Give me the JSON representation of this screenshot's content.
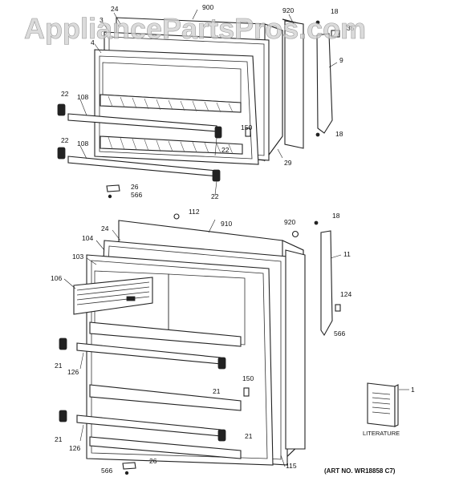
{
  "watermark": "AppliancePartsPros.com",
  "art_number": "(ART NO. WR18858 C7)",
  "literature_label": "LITERATURE",
  "callouts": {
    "c900": "900",
    "c24_top": "24",
    "c3": "3",
    "c4": "4",
    "c920_top": "920",
    "c18_top_a": "18",
    "c35": "35",
    "c9": "9",
    "c18_top_b": "18",
    "c22_a": "22",
    "c108_a": "108",
    "c150_top": "150",
    "c22_b": "22",
    "c22_c": "22",
    "c108_b": "108",
    "c29": "29",
    "c22_d": "22",
    "c26_top": "26",
    "c566_top": "566",
    "c112": "112",
    "c910": "910",
    "c920_bot": "920",
    "c18_bot": "18",
    "c24_bot": "24",
    "c104": "104",
    "c103": "103",
    "c11": "11",
    "c106": "106",
    "c124": "124",
    "c566_mid": "566",
    "c21_a": "21",
    "c126_a": "126",
    "c150_bot": "150",
    "c21_b": "21",
    "c1": "1",
    "c21_c": "21",
    "c126_b": "126",
    "c21_d": "21",
    "c115": "115",
    "c566_bot": "566",
    "c26_bot": "26"
  }
}
